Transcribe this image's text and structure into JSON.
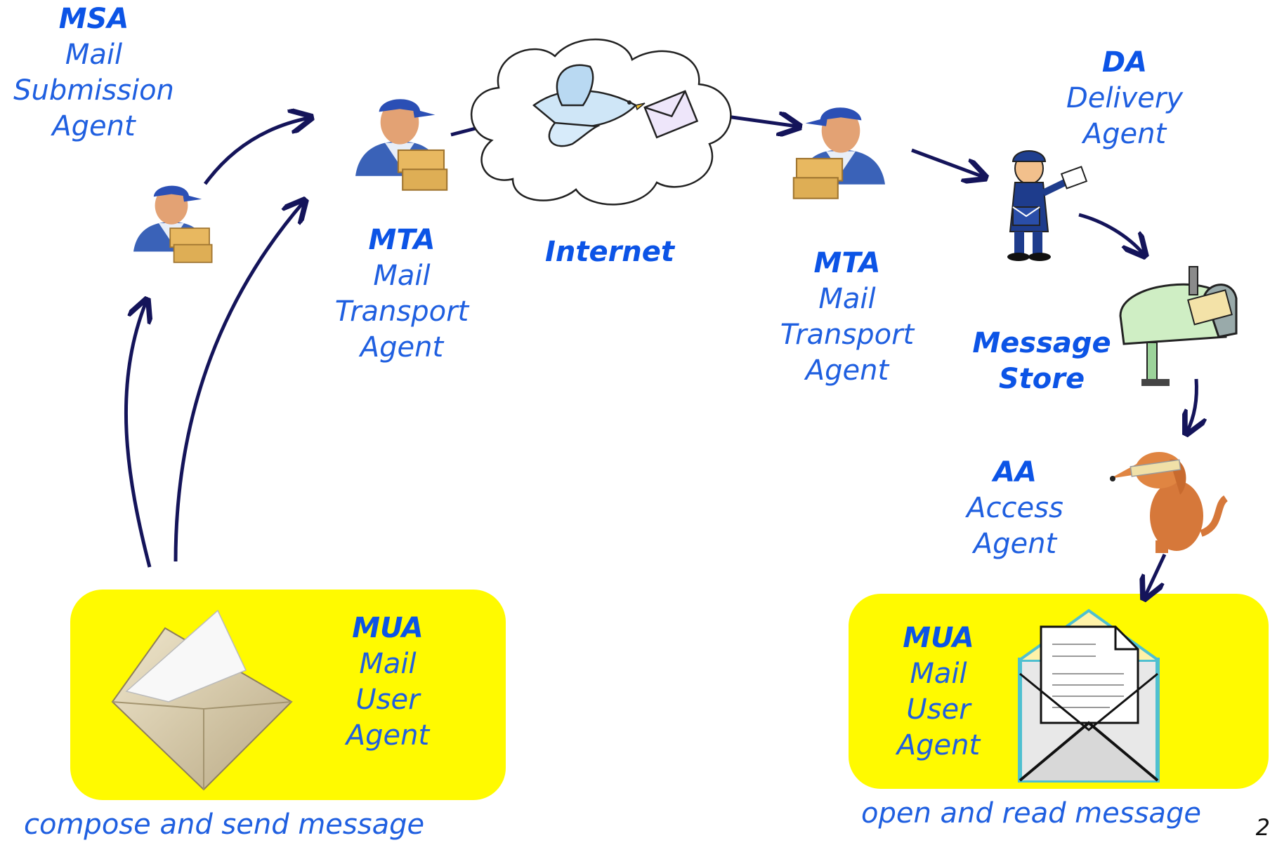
{
  "msa": {
    "abbr": "MSA",
    "line1": "Mail",
    "line2": "Submission",
    "line3": "Agent"
  },
  "mta_left": {
    "abbr": "MTA",
    "line1": "Mail",
    "line2": "Transport",
    "line3": "Agent"
  },
  "internet": {
    "label": "Internet"
  },
  "mta_right": {
    "abbr": "MTA",
    "line1": "Mail",
    "line2": "Transport",
    "line3": "Agent"
  },
  "da": {
    "abbr": "DA",
    "line1": "Delivery",
    "line2": "Agent"
  },
  "message_store": {
    "line1": "Message",
    "line2": "Store"
  },
  "aa": {
    "abbr": "AA",
    "line1": "Access",
    "line2": "Agent"
  },
  "mua_left": {
    "abbr": "MUA",
    "line1": "Mail",
    "line2": "User",
    "line3": "Agent",
    "caption": "compose and send message"
  },
  "mua_right": {
    "abbr": "MUA",
    "line1": "Mail",
    "line2": "User",
    "line3": "Agent",
    "caption": "open and read message"
  },
  "page_number": "2",
  "colors": {
    "arrow": "#14145a",
    "label": "#1f5fe0",
    "highlight": "#fffa00"
  }
}
